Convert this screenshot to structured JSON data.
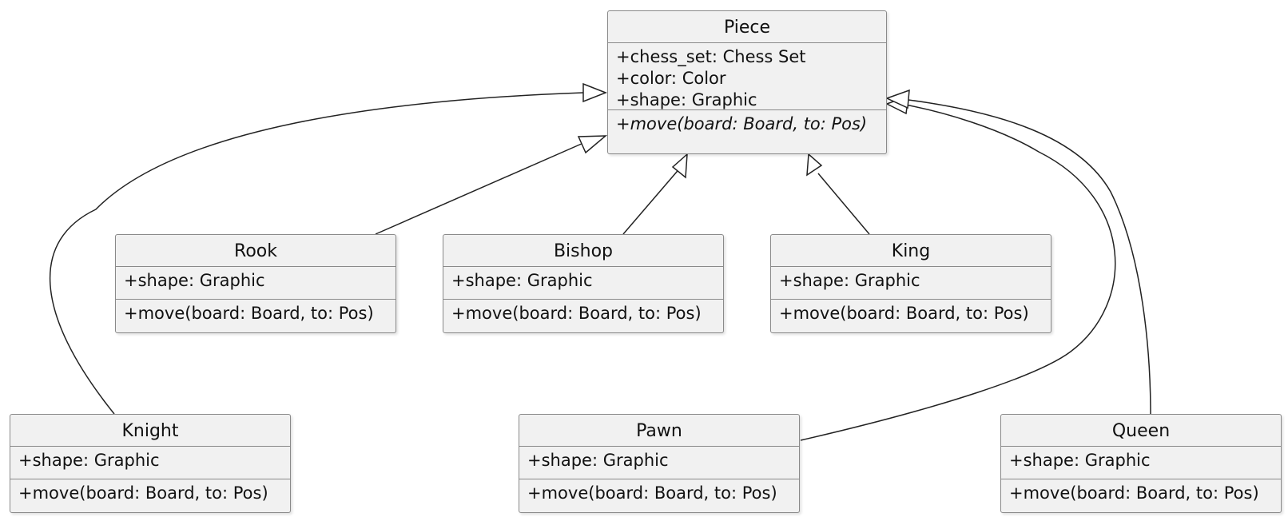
{
  "diagram": {
    "classes": {
      "piece": {
        "name": "Piece",
        "attributes": [
          "+chess_set: Chess Set",
          "+color: Color",
          "+shape: Graphic"
        ],
        "methods": [
          "+move(board: Board, to: Pos)"
        ]
      },
      "rook": {
        "name": "Rook",
        "attributes": [
          "+shape: Graphic"
        ],
        "methods": [
          "+move(board: Board, to: Pos)"
        ]
      },
      "bishop": {
        "name": "Bishop",
        "attributes": [
          "+shape: Graphic"
        ],
        "methods": [
          "+move(board: Board, to: Pos)"
        ]
      },
      "king": {
        "name": "King",
        "attributes": [
          "+shape: Graphic"
        ],
        "methods": [
          "+move(board: Board, to: Pos)"
        ]
      },
      "knight": {
        "name": "Knight",
        "attributes": [
          "+shape: Graphic"
        ],
        "methods": [
          "+move(board: Board, to: Pos)"
        ]
      },
      "pawn": {
        "name": "Pawn",
        "attributes": [
          "+shape: Graphic"
        ],
        "methods": [
          "+move(board: Board, to: Pos)"
        ]
      },
      "queen": {
        "name": "Queen",
        "attributes": [
          "+shape: Graphic"
        ],
        "methods": [
          "+move(board: Board, to: Pos)"
        ]
      }
    },
    "relations": [
      {
        "type": "inheritance",
        "from": "Rook",
        "to": "Piece"
      },
      {
        "type": "inheritance",
        "from": "Bishop",
        "to": "Piece"
      },
      {
        "type": "inheritance",
        "from": "King",
        "to": "Piece"
      },
      {
        "type": "inheritance",
        "from": "Knight",
        "to": "Piece"
      },
      {
        "type": "inheritance",
        "from": "Pawn",
        "to": "Piece"
      },
      {
        "type": "inheritance",
        "from": "Queen",
        "to": "Piece"
      }
    ],
    "colors": {
      "box_fill": "#f1f1f1",
      "box_border": "#8a8a8a",
      "edge": "#222222"
    }
  }
}
